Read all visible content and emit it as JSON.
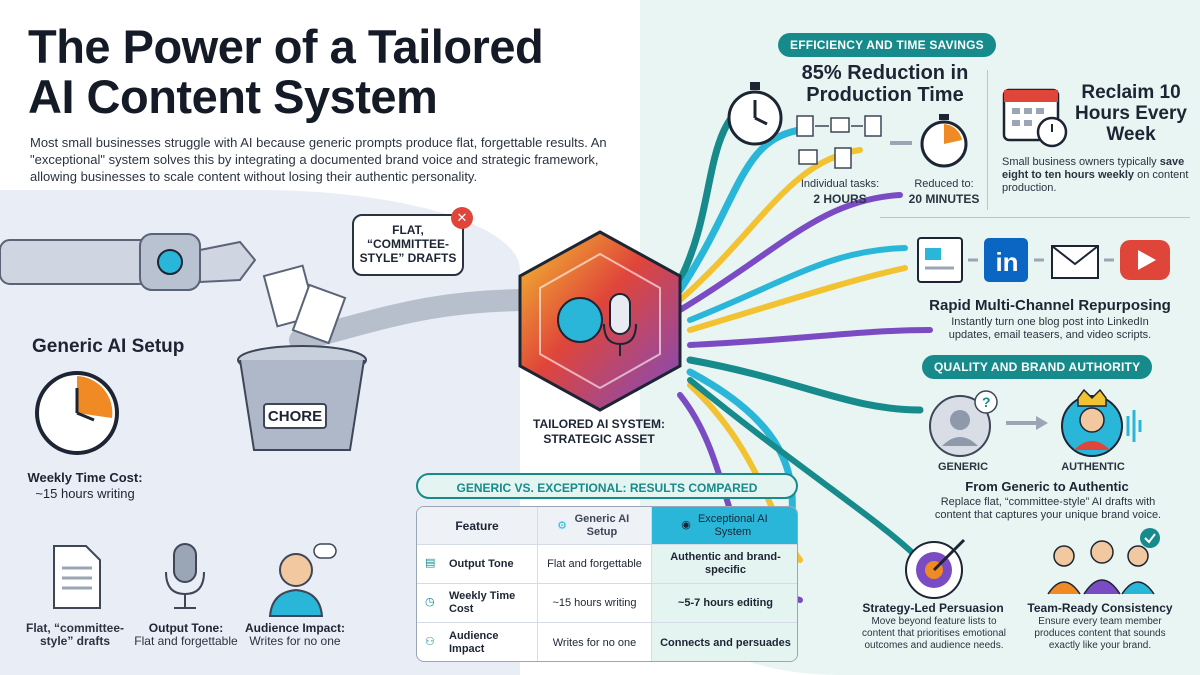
{
  "title_line1": "The Power of a Tailored",
  "title_line2": "AI Content System",
  "intro": "Most small businesses struggle with AI because generic prompts produce flat, forgettable results. An \"exceptional\" system solves this by integrating a documented brand voice and strategic framework, allowing businesses to scale content without losing their authentic personality.",
  "left": {
    "heading": "Generic AI Setup",
    "trash_label": "CHORE",
    "bubble": "FLAT, “COMMITTEE-STYLE” DRAFTS",
    "time_cost_title": "Weekly Time Cost:",
    "time_cost_value": "~15 hours writing",
    "items": [
      {
        "title": "Flat, “committee-style” drafts",
        "sub": ""
      },
      {
        "title": "Output Tone:",
        "sub": "Flat and forgettable"
      },
      {
        "title": "Audience Impact:",
        "sub": "Writes for no one"
      }
    ]
  },
  "center": {
    "hex_label": "TAILORED AI SYSTEM: STRATEGIC ASSET"
  },
  "table": {
    "header": "GENERIC VS. EXCEPTIONAL: RESULTS COMPARED",
    "col_feature": "Feature",
    "col_generic": "Generic AI Setup",
    "col_exceptional": "Exceptional AI System",
    "rows": [
      {
        "feature": "Output Tone",
        "generic": "Flat and forgettable",
        "exceptional": "Authentic and brand-specific"
      },
      {
        "feature": "Weekly Time Cost",
        "generic": "~15 hours writing",
        "exceptional": "~5-7 hours editing"
      },
      {
        "feature": "Audience Impact",
        "generic": "Writes for no one",
        "exceptional": "Connects and persuades"
      }
    ]
  },
  "efficiency": {
    "pill": "EFFICIENCY AND TIME SAVINGS",
    "reduction_title": "85% Reduction in Production Time",
    "individual_label": "Individual tasks:",
    "individual_value": "2 HOURS",
    "reduced_label": "Reduced to:",
    "reduced_value": "20 MINUTES",
    "reclaim_title": "Reclaim 10 Hours Every Week",
    "reclaim_text_pre": "Small business owners typically ",
    "reclaim_text_bold": "save eight to ten hours weekly",
    "reclaim_text_post": " on content production."
  },
  "repurpose": {
    "title": "Rapid Multi-Channel Repurposing",
    "text": "Instantly turn one blog post into LinkedIn updates, email teasers, and video scripts.",
    "linkedin": "in"
  },
  "quality": {
    "pill": "QUALITY AND BRAND AUTHORITY",
    "generic_label": "GENERIC",
    "authentic_label": "AUTHENTIC",
    "title": "From Generic to Authentic",
    "text": "Replace flat, “committee-style” AI drafts with content that captures your unique brand voice.",
    "strategy_title": "Strategy-Led Persuasion",
    "strategy_text": "Move beyond feature lists to content that prioritises emotional outcomes and audience needs.",
    "team_title": "Team-Ready Consistency",
    "team_text": "Ensure every team member produces content that sounds exactly like your brand."
  },
  "colors": {
    "teal": "#178a8c",
    "orange": "#f08a24",
    "purple": "#7b4bc4",
    "cyan": "#29b6d8",
    "yellow": "#f2c230",
    "red": "#e0453a",
    "linkedin_blue": "#0a66c2"
  }
}
